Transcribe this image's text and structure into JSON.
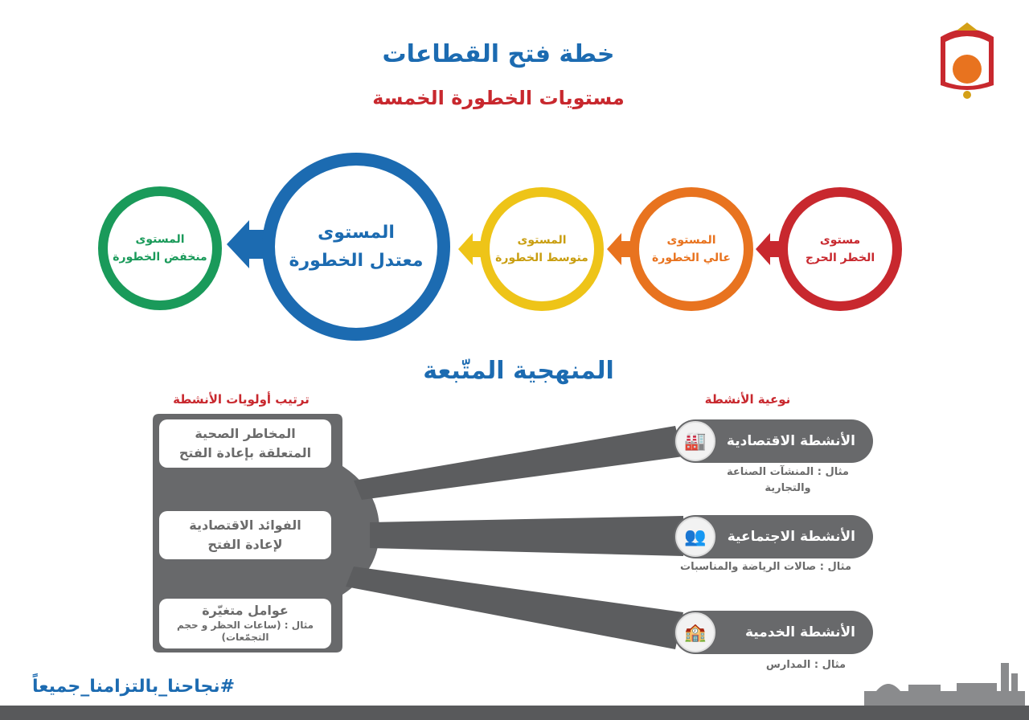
{
  "header": {
    "title": "خطة فتح القطاعات",
    "subtitle": "مستويات الخطورة الخمسة"
  },
  "levels": [
    {
      "line1": "مستوى",
      "line2": "الخطر الحرج",
      "color": "#c8282e"
    },
    {
      "line1": "المستوى",
      "line2": "عالي الخطورة",
      "color": "#e8731f"
    },
    {
      "line1": "المستوى",
      "line2": "متوسط الخطورة",
      "color": "#eec418"
    },
    {
      "line1": "المستوى",
      "line2": "معتدل الخطورة",
      "color": "#1c6bb1"
    },
    {
      "line1": "المستوى",
      "line2": "منخفض الخطورة",
      "color": "#1a9a5a"
    }
  ],
  "methodology": {
    "title": "المنهجية المتّبعة",
    "priorities_heading": "ترتيب أولويات الأنشطة",
    "priorities": [
      {
        "line1": "المخاطر الصحية",
        "line2": "المتعلقة بإعادة الفتح"
      },
      {
        "line1": "الفوائد الاقتصادية",
        "line2": "لإعادة الفتح"
      },
      {
        "line1": "عوامل متغيّرة",
        "line2": "مثال : (ساعات الحظر و حجم التجمّعات)"
      }
    ],
    "types_heading": "نوعية الأنشطة",
    "types": [
      {
        "label": "الأنشطة الاقتصادية",
        "example": "مثال : المنشآت الصناعة والتجارية",
        "icon": "economy-icon"
      },
      {
        "label": "الأنشطة الاجتماعية",
        "example": "مثال : صالات الرياضة والمناسبات",
        "icon": "social-icon"
      },
      {
        "label": "الأنشطة الخدمية",
        "example": "مثال : المدارس",
        "icon": "school-icon"
      }
    ]
  },
  "footer": {
    "hashtag": "#نجاحنا_بالتزامنا_جميعاً"
  }
}
